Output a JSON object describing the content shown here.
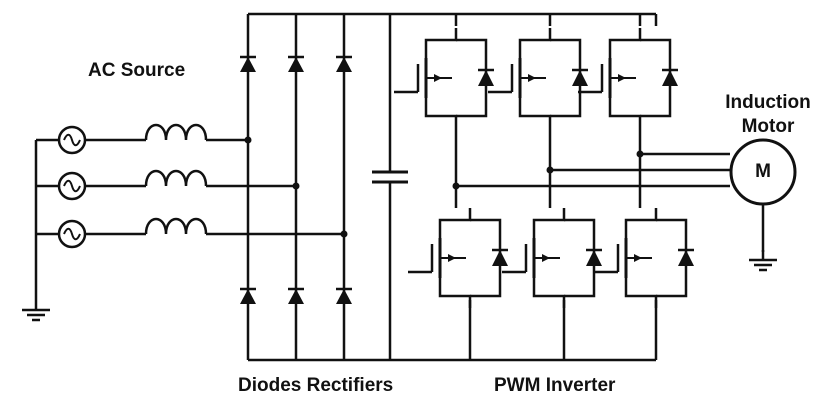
{
  "labels": {
    "ac_source": "AC Source",
    "induction_motor_line1": "Induction",
    "induction_motor_line2": "Motor",
    "motor_symbol": "M",
    "diodes_rectifiers": "Diodes Rectifiers",
    "pwm_inverter": "PWM Inverter"
  },
  "colors": {
    "line": "#111111",
    "background": "#ffffff"
  }
}
